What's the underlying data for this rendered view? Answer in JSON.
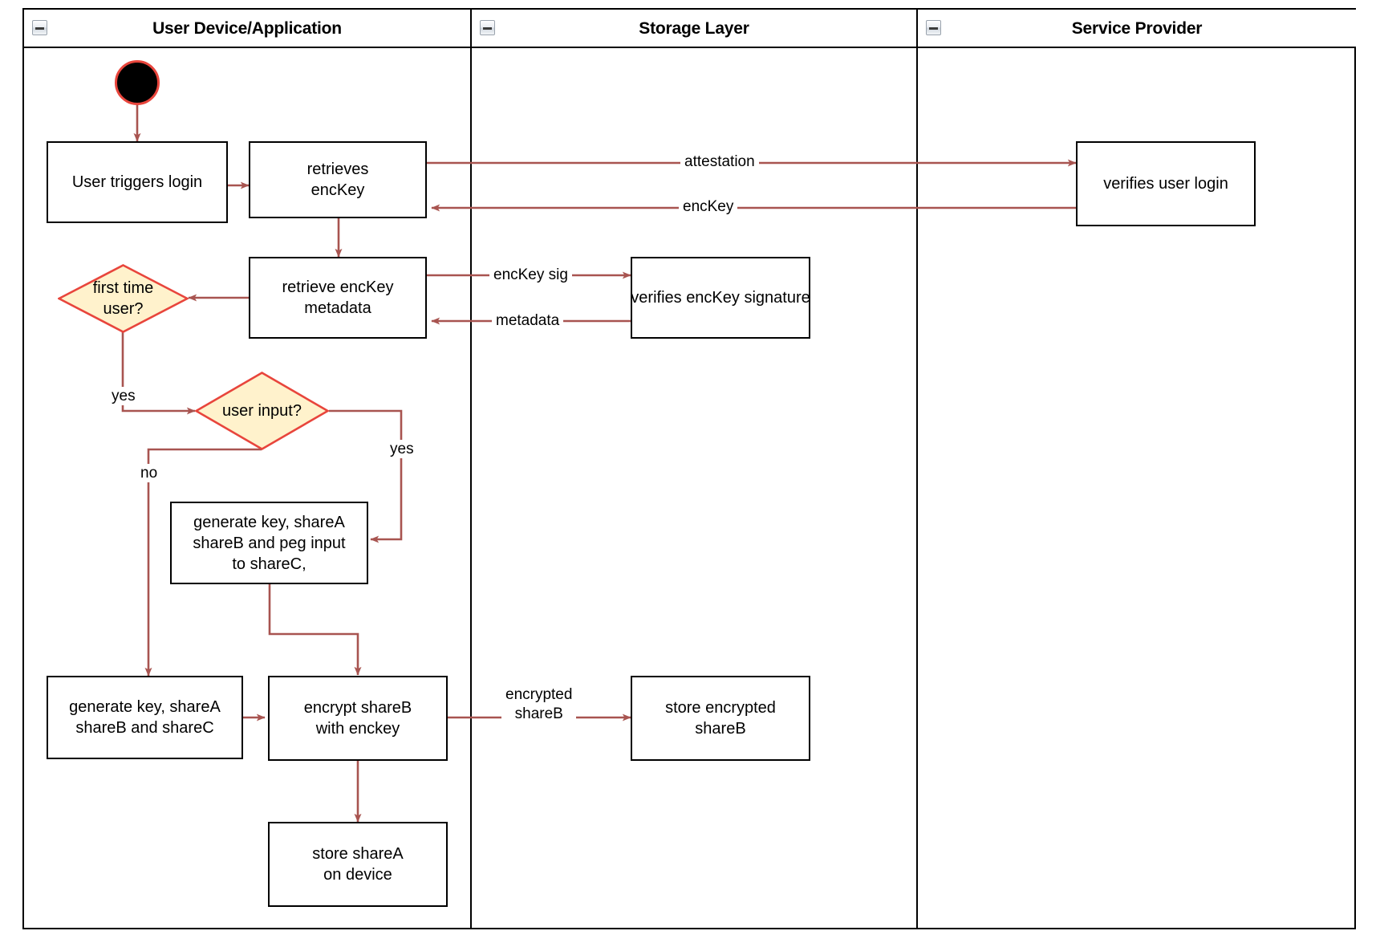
{
  "diagram": {
    "title": "login / key-share provisioning activity diagram",
    "colors": {
      "edge": "#a85450",
      "node_border": "#000000",
      "node_fill": "#ffffff",
      "decision_fill": "#fff2cc",
      "decision_border": "#e8453c",
      "start_fill": "#000000",
      "start_border": "#e8453c",
      "lane_border": "#000000"
    }
  },
  "lanes": [
    {
      "id": "lane-user-device",
      "title": "User Device/Application",
      "icon": "collapse-minus-icon"
    },
    {
      "id": "lane-storage",
      "title": "Storage Layer",
      "icon": "collapse-minus-icon"
    },
    {
      "id": "lane-service-provider",
      "title": "Service Provider",
      "icon": "collapse-minus-icon"
    }
  ],
  "nodes": {
    "start": {
      "type": "start",
      "label": ""
    },
    "user_triggers_login": {
      "type": "action",
      "label": "User triggers login"
    },
    "retrieves_enckey": {
      "type": "action",
      "label": "retrieves\nencKey"
    },
    "verifies_user_login": {
      "type": "action",
      "label": "verifies user login"
    },
    "retrieve_enckey_metadata": {
      "type": "action",
      "label": "retrieve encKey\nmetadata"
    },
    "verifies_enckey_signature": {
      "type": "action",
      "label": "verifies encKey signature"
    },
    "first_time_user": {
      "type": "decision",
      "label": "first time\nuser?"
    },
    "user_input": {
      "type": "decision",
      "label": "user input?"
    },
    "generate_peg": {
      "type": "action",
      "label": "generate key, shareA\nshareB and peg input\nto shareC,"
    },
    "generate_shares": {
      "type": "action",
      "label": "generate key, shareA\nshareB and shareC"
    },
    "encrypt_shareb": {
      "type": "action",
      "label": "encrypt shareB\nwith enckey"
    },
    "store_encrypted_shareb": {
      "type": "action",
      "label": "store encrypted\nshareB"
    },
    "store_sharea": {
      "type": "action",
      "label": "store shareA\non device"
    }
  },
  "edge_labels": {
    "attestation": "attestation",
    "enckey": "encKey",
    "enckey_sig": "encKey sig",
    "metadata": "metadata",
    "yes_first_time": "yes",
    "yes_user_input": "yes",
    "no_user_input": "no",
    "encrypted_shareb": "encrypted\nshareB"
  }
}
